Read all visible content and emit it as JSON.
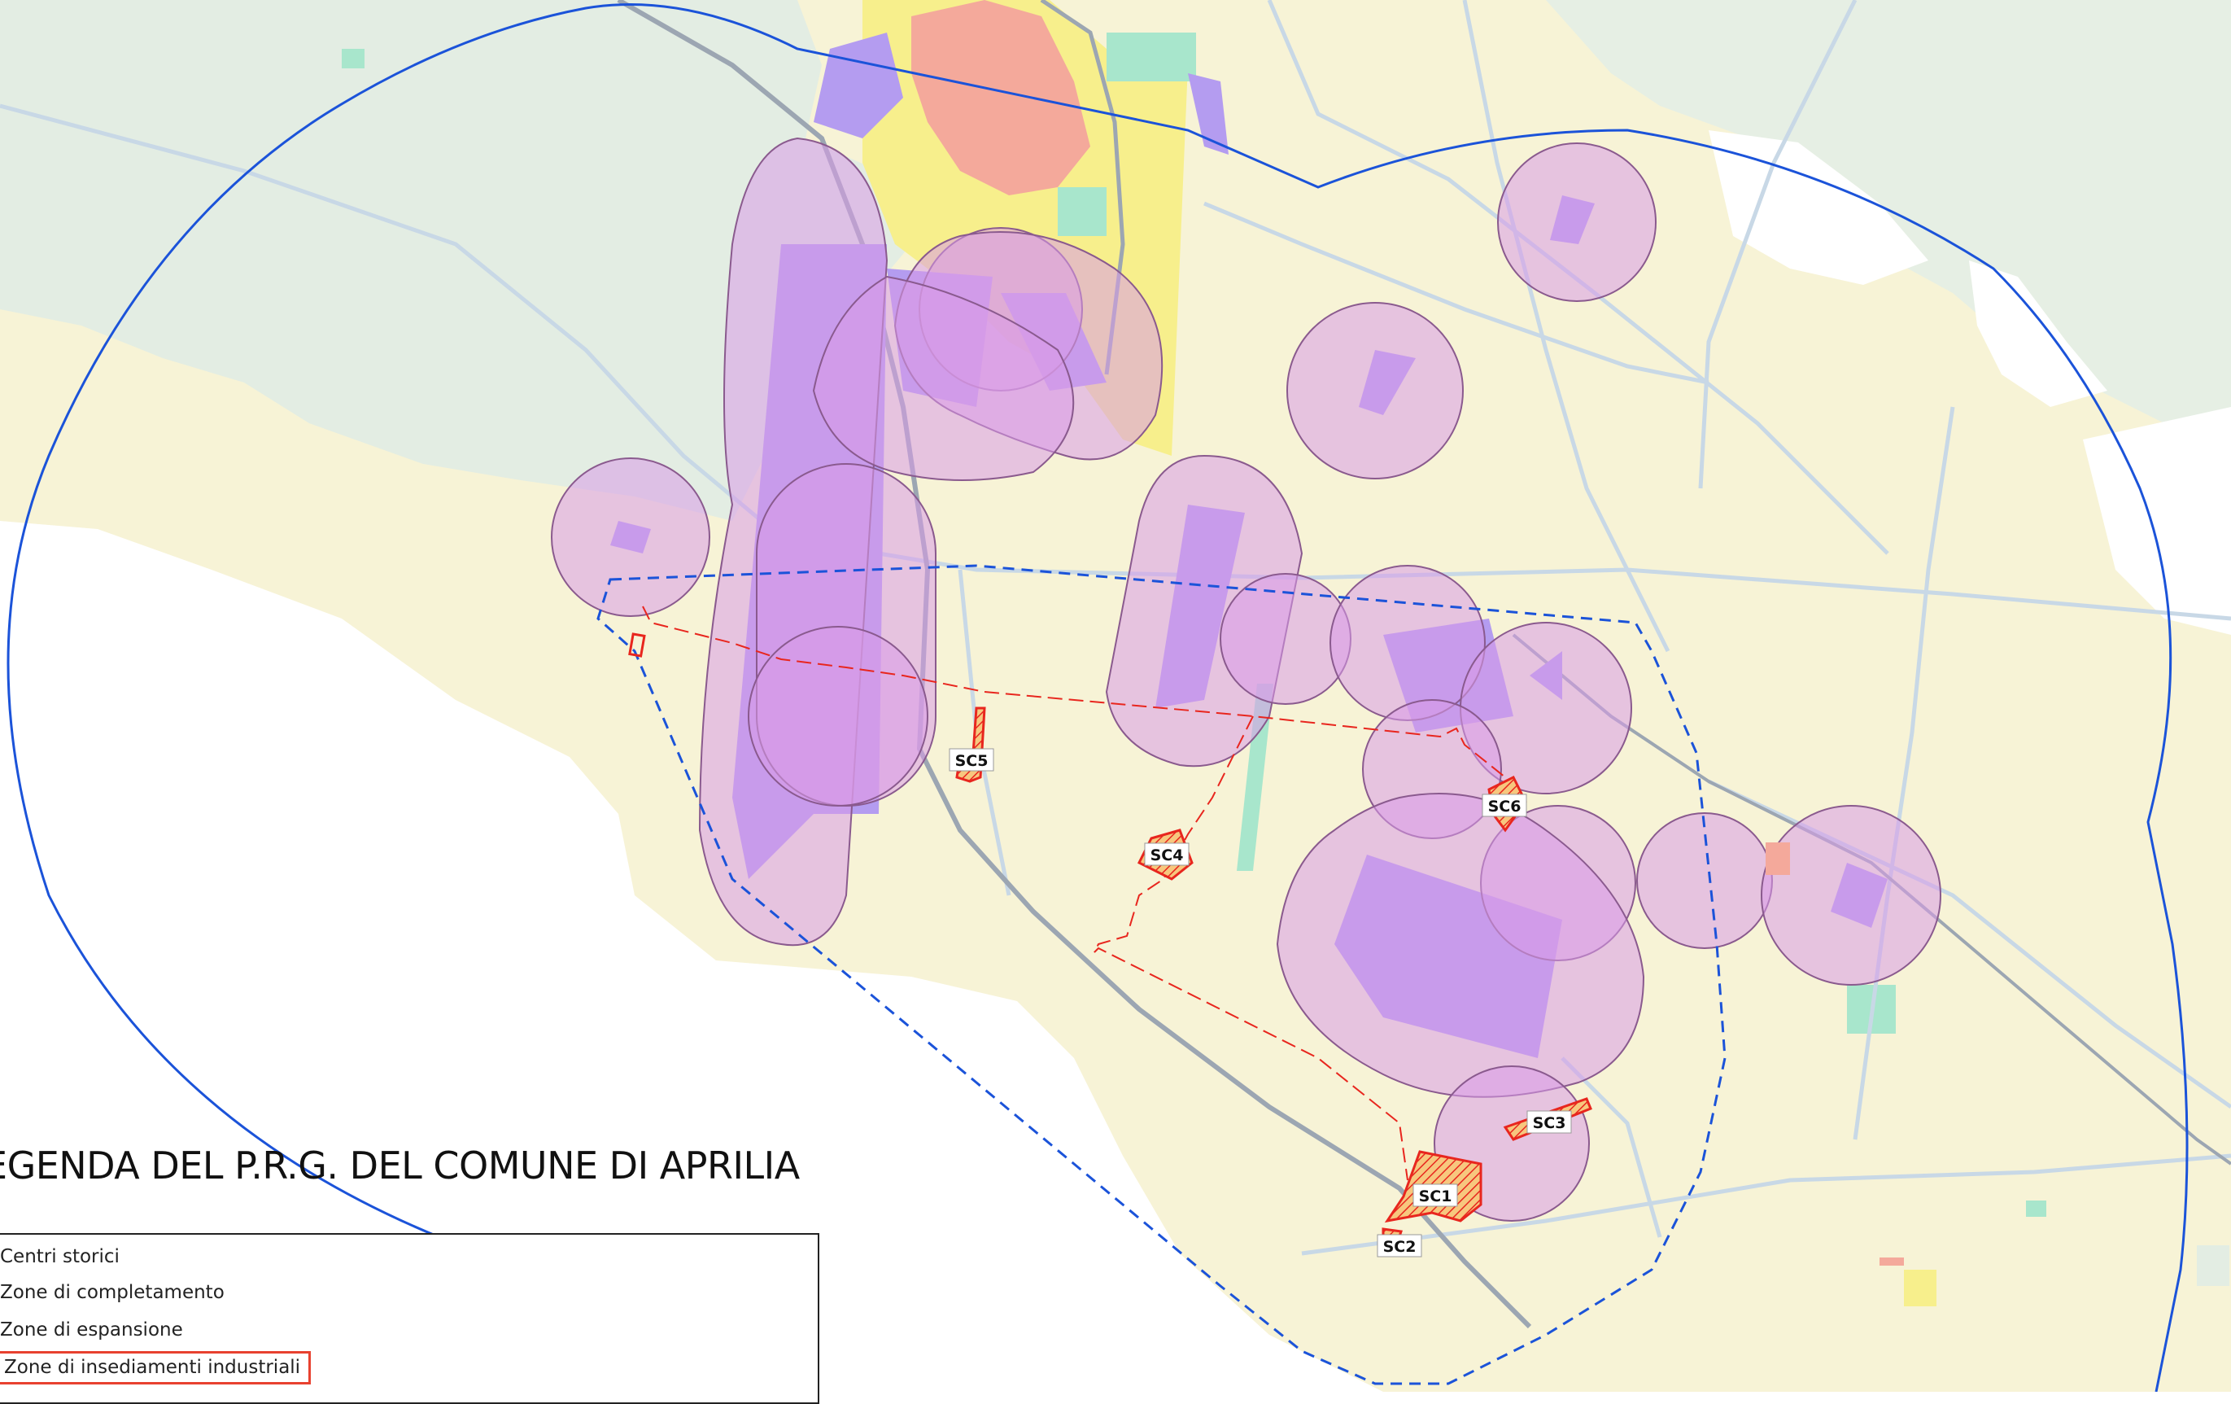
{
  "legend": {
    "title": "EGENDA DEL P.R.G. DEL COMUNE DI APRILIA",
    "items": [
      "Centri storici",
      "Zone di completamento",
      "Zone di espansione",
      "Zone di insediamenti industriali"
    ],
    "highlighted_item": "Zone di insediamenti industriali",
    "highlight_color": "#e8412f"
  },
  "sites": [
    {
      "label": "SC1"
    },
    {
      "label": "SC2"
    },
    {
      "label": "SC3"
    },
    {
      "label": "SC4"
    },
    {
      "label": "SC5"
    },
    {
      "label": "SC6"
    }
  ],
  "colors": {
    "agricultural": "#f7f3d6",
    "green_area": "#e3ede3",
    "expansion_zone": "#f7ef8c",
    "historic_center": "#f4a99b",
    "industrial": "#b49cf0",
    "protection_buffer": "#d99be8",
    "study_boundary_circle": "#1b53d9",
    "dashed_perimeter": "#1b53d9",
    "site_outline": "#e8261e",
    "site_fill": "#f5a26b"
  }
}
